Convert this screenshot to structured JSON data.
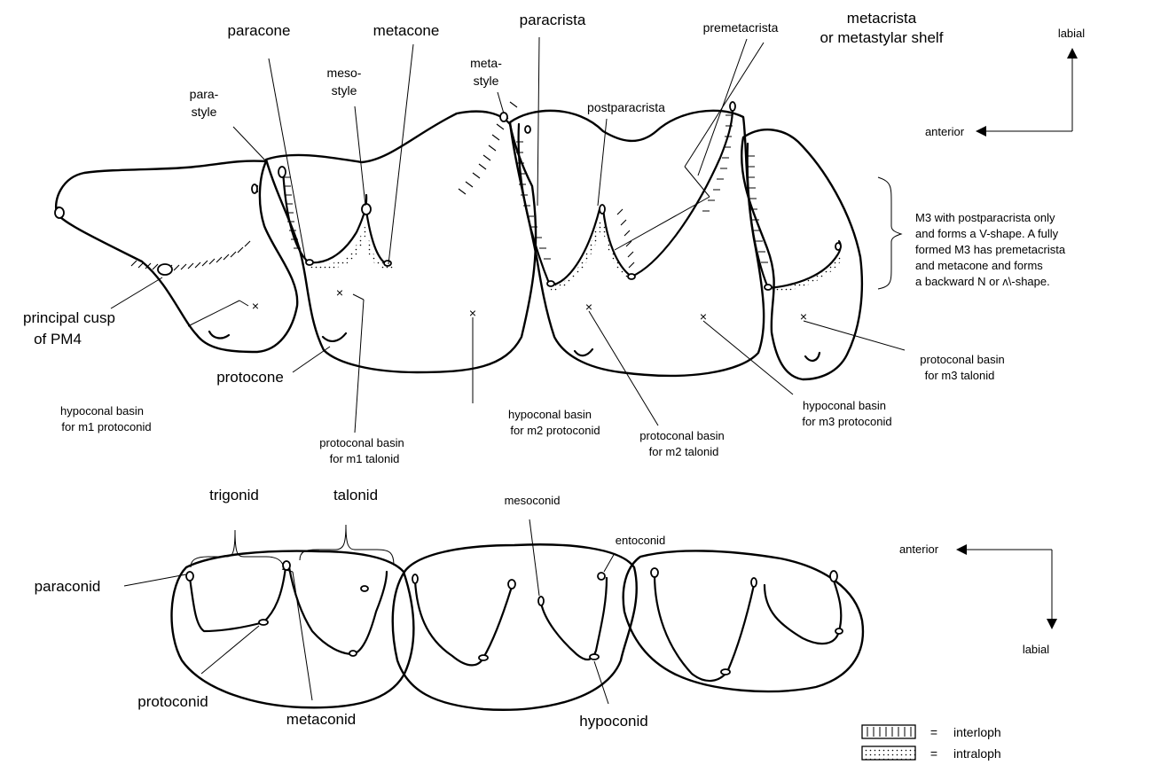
{
  "upper_labels": {
    "paracone": "paracone",
    "metacone": "metacone",
    "paracrista": "paracrista",
    "metacrista_1": "metacrista",
    "metacrista_2": "or metastylar shelf",
    "premetacrista": "premetacrista",
    "postparacrista": "postparacrista",
    "parastyle_1": "para-",
    "parastyle_2": "style",
    "mesostyle_1": "meso-",
    "mesostyle_2": "style",
    "metastyle_1": "meta-",
    "metastyle_2": "style",
    "principal_cusp_1": "principal  cusp",
    "principal_cusp_2": "of PM4",
    "protocone": "protocone",
    "hypo_m1_1": "hypoconal basin",
    "hypo_m1_2": "for m1 protoconid",
    "proto_m1_1": "protoconal basin",
    "proto_m1_2": "for m1 talonid",
    "hypo_m2_1": "hypoconal basin",
    "hypo_m2_2": "for m2 protoconid",
    "proto_m2_1": "protoconal basin",
    "proto_m2_2": "for m2 talonid",
    "hypo_m3_1": "hypoconal basin",
    "hypo_m3_2": "for m3 protoconid",
    "proto_m3_1": "protoconal basin",
    "proto_m3_2": "for m3 talonid"
  },
  "m3_note": {
    "line1": "M3 with postparacrista only",
    "line2": "and forms a V-shape. A fully",
    "line3": "formed M3 has premetacrista",
    "line4": "and metacone and forms",
    "line5": "a backward N or ʌ\\-shape."
  },
  "upper_compass": {
    "top": "labial",
    "left": "anterior"
  },
  "lower_labels": {
    "trigonid": "trigonid",
    "talonid": "talonid",
    "paraconid": "paraconid",
    "protoconid": "protoconid",
    "metaconid": "metaconid",
    "mesoconid": "mesoconid",
    "entoconid": "entoconid",
    "hypoconid": "hypoconid"
  },
  "lower_compass": {
    "left": "anterior",
    "bottom": "labial"
  },
  "legend": {
    "equals": "=",
    "interloph": "interloph",
    "intraloph": "intraloph"
  },
  "basin_mark": "×"
}
